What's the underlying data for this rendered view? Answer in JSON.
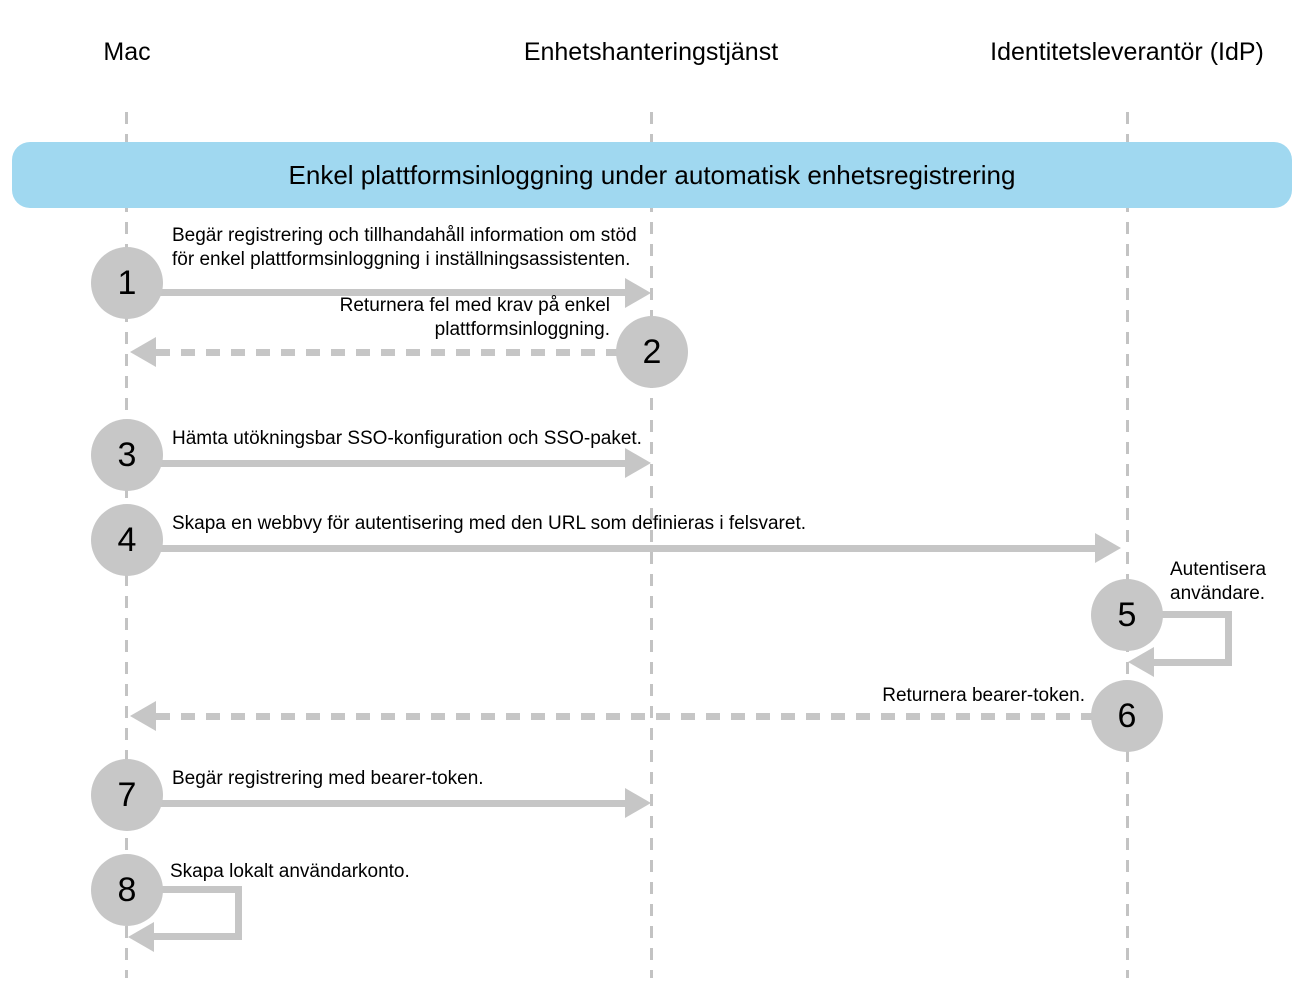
{
  "banner": {
    "title": "Enkel plattformsinloggning under automatisk enhetsregistrering",
    "bg_color": "#A0D8F0"
  },
  "actors": [
    {
      "id": "mac",
      "label": "Mac"
    },
    {
      "id": "device-management",
      "label": "Enhetshanteringstjänst"
    },
    {
      "id": "idp",
      "label": "Identitetsleverantör (IdP)"
    }
  ],
  "steps": [
    {
      "number": "1",
      "from": "mac",
      "to": "device-management",
      "arrow": "solid",
      "lines": [
        "Begär registrering och tillhandahåll information om stöd",
        "för enkel plattformsinloggning i inställningsassistenten."
      ]
    },
    {
      "number": "2",
      "from": "device-management",
      "to": "mac",
      "arrow": "dashed",
      "lines": [
        "Returnera fel med krav på enkel",
        "plattformsinloggning."
      ]
    },
    {
      "number": "3",
      "from": "mac",
      "to": "device-management",
      "arrow": "solid",
      "lines": [
        "Hämta utökningsbar SSO-konfiguration och SSO-paket."
      ]
    },
    {
      "number": "4",
      "from": "mac",
      "to": "idp",
      "arrow": "solid",
      "lines": [
        "Skapa en webbvy för autentisering med den URL som definieras i felsvaret."
      ]
    },
    {
      "number": "5",
      "from": "idp",
      "to": "idp",
      "arrow": "self-loop",
      "lines": [
        "Autentisera",
        "användare."
      ]
    },
    {
      "number": "6",
      "from": "idp",
      "to": "mac",
      "arrow": "dashed",
      "lines": [
        "Returnera bearer-token."
      ]
    },
    {
      "number": "7",
      "from": "mac",
      "to": "device-management",
      "arrow": "solid",
      "lines": [
        "Begär registrering med bearer-token."
      ]
    },
    {
      "number": "8",
      "from": "mac",
      "to": "mac",
      "arrow": "self-loop",
      "lines": [
        "Skapa lokalt användarkonto."
      ]
    }
  ],
  "colors": {
    "banner_bg": "#A0D8F0",
    "circle_fill": "#C7C7C7",
    "arrow": "#C6C6C6",
    "lifeline": "#C3C3C3",
    "text": "#000000"
  }
}
